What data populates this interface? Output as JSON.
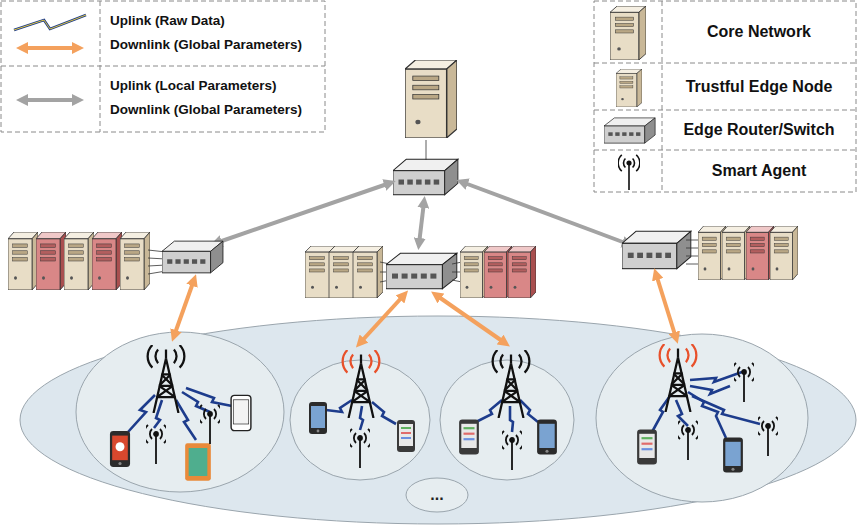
{
  "diagram": {
    "nodes": [
      {
        "text": [
          "..."
        ]
      }
    ],
    "legend": [
      {
        "text": "Uplink (Raw Data)"
      },
      {
        "text": "Downlink (Global Parameters)"
      },
      {
        "text": "Uplink (Local Parameters)"
      },
      {
        "text": "Downlink (Global Parameters)"
      },
      {
        "text": "Core Network"
      },
      {
        "text": "Trustful Edge Node"
      },
      {
        "text": "Edge Router/Switch"
      },
      {
        "text": "Smart Agent"
      }
    ]
  }
}
